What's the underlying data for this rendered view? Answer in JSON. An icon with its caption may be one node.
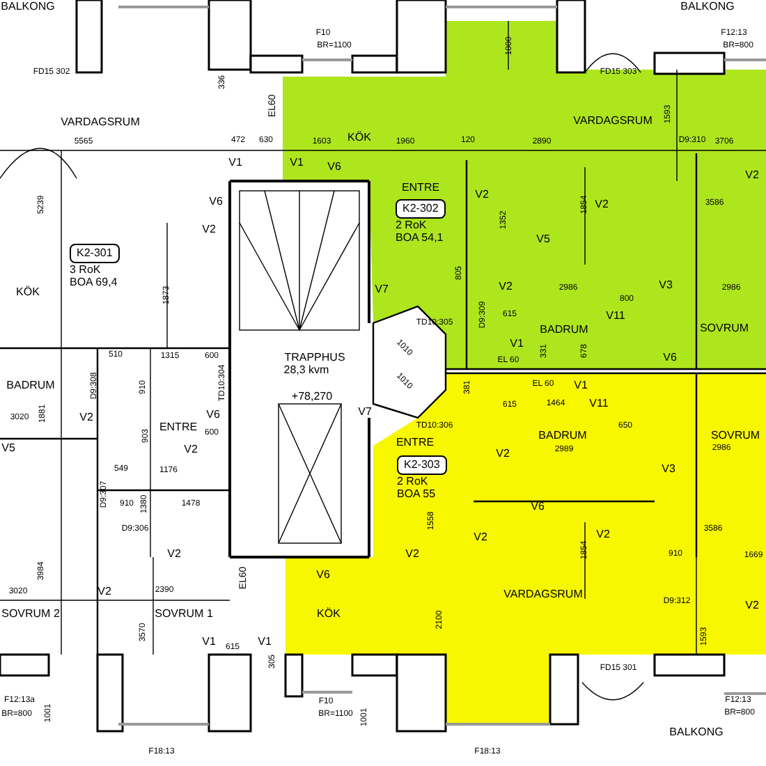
{
  "diagram": {
    "nodes": [
      {
        "text": [
          "K2-301"
        ],
        "beside": [
          "3 RoK",
          "BOA 69,4"
        ]
      },
      {
        "text": [
          "K2-302"
        ],
        "beside": [
          "2 RoK",
          "BOA 54,1"
        ]
      },
      {
        "text": [
          "K2-303"
        ],
        "beside": [
          "2 RoK",
          "BOA 55"
        ]
      }
    ],
    "labels": [
      "BALKONG",
      "BALKONG",
      "F10",
      "BR=1100",
      "1000",
      "F12:13",
      "BR=800",
      "FD15 302",
      "FD15 303",
      "336",
      "EL60",
      "1593",
      "VARDAGSRUM",
      "VARDAGSRUM",
      "KÖK",
      "5565",
      "472",
      "630",
      "1603",
      "1960",
      "120",
      "2890",
      "D9:310",
      "3706",
      "V1",
      "V1",
      "V6",
      "V2",
      "ENTRE",
      "5239",
      "V6",
      "V2",
      "1854",
      "V2",
      "3586",
      "V2",
      "1352",
      "V5",
      "KÖK",
      "1873",
      "V7",
      "805",
      "V2",
      "2986",
      "V3",
      "2986",
      "800",
      "TD10:305",
      "D9:309",
      "615",
      "BADRUM",
      "V11",
      "SOVRUM",
      "510",
      "1315",
      "600",
      "TRAPPHUS",
      "1010",
      "EL 60",
      "V1",
      "331",
      "678",
      "V6",
      "BADRUM",
      "D9:308",
      "910",
      "TD10:304",
      "28,3 kvm",
      "1010",
      "381",
      "EL 60",
      "V1",
      "+78,270",
      "615",
      "1464",
      "V11",
      "3020",
      "1881",
      "V2",
      "V6",
      "V7",
      "TD10:306",
      "903",
      "ENTRE",
      "600",
      "BADRUM",
      "650",
      "SOVRUM",
      "V5",
      "V2",
      "ENTRE",
      "V2",
      "2989",
      "2986",
      "549",
      "1176",
      "V3",
      "D9:307",
      "910",
      "1380",
      "1478",
      "V6",
      "D9:306",
      "1558",
      "3586",
      "V2",
      "V2",
      "V2",
      "1854",
      "V2",
      "910",
      "1669",
      "3984",
      "EL60",
      "V6",
      "3020",
      "V2",
      "2390",
      "VARDAGSRUM",
      "D9:312",
      "V2",
      "SOVRUM 2",
      "SOVRUM 1",
      "KÖK",
      "2100",
      "3570",
      "1593",
      "V1",
      "615",
      "V1",
      "305",
      "FD15 301",
      "F12:13a",
      "F10",
      "F12:13",
      "BR=800",
      "1001",
      "BR=1100",
      "1001",
      "BR=800",
      "BALKONG",
      "F18:13",
      "F18:13"
    ]
  }
}
